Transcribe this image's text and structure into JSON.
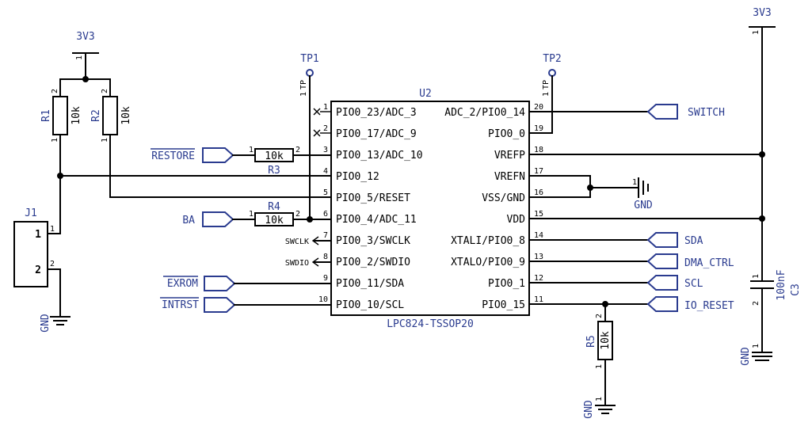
{
  "chip": {
    "ref": "U2",
    "part": "LPC824-TSSOP20",
    "left_pins": [
      {
        "num": "1",
        "name": "PIO0_23/ADC_3"
      },
      {
        "num": "2",
        "name": "PIO0_17/ADC_9"
      },
      {
        "num": "3",
        "name": "PIO0_13/ADC_10"
      },
      {
        "num": "4",
        "name": "PIO0_12"
      },
      {
        "num": "5",
        "name": "PIO0_5/RESET"
      },
      {
        "num": "6",
        "name": "PIO0_4/ADC_11"
      },
      {
        "num": "7",
        "name": "PIO0_3/SWCLK"
      },
      {
        "num": "8",
        "name": "PIO0_2/SWDIO"
      },
      {
        "num": "9",
        "name": "PIO0_11/SDA"
      },
      {
        "num": "10",
        "name": "PIO0_10/SCL"
      }
    ],
    "right_pins": [
      {
        "num": "20",
        "name": "ADC_2/PIO0_14"
      },
      {
        "num": "19",
        "name": "PIO0_0"
      },
      {
        "num": "18",
        "name": "VREFP"
      },
      {
        "num": "17",
        "name": "VREFN"
      },
      {
        "num": "16",
        "name": "VSS/GND"
      },
      {
        "num": "15",
        "name": "VDD"
      },
      {
        "num": "14",
        "name": "XTALI/PIO0_8"
      },
      {
        "num": "13",
        "name": "XTALO/PIO0_9"
      },
      {
        "num": "12",
        "name": "PIO0_1"
      },
      {
        "num": "11",
        "name": "PIO0_15"
      }
    ]
  },
  "resistors": {
    "r1": {
      "ref": "R1",
      "value": "10k",
      "pin_top": "2",
      "pin_bottom": "1"
    },
    "r2": {
      "ref": "R2",
      "value": "10k",
      "pin_top": "2",
      "pin_bottom": "1"
    },
    "r3": {
      "ref": "R3",
      "value": "10k",
      "pin_left": "1",
      "pin_right": "2"
    },
    "r4": {
      "ref": "R4",
      "value": "10k",
      "pin_left": "1",
      "pin_right": "2"
    },
    "r5": {
      "ref": "R5",
      "value": "10k",
      "pin_top": "2",
      "pin_bottom": "1"
    }
  },
  "capacitor": {
    "ref": "C3",
    "value": "100nF",
    "pin_top": "1",
    "pin_bottom": "2"
  },
  "connector": {
    "ref": "J1",
    "pin1": "1",
    "pin2": "2",
    "pin1_num": "1",
    "pin2_num": "2"
  },
  "test_points": {
    "tp1": {
      "ref": "TP1",
      "label": "TP",
      "pin": "1"
    },
    "tp2": {
      "ref": "TP2",
      "label": "TP",
      "pin": "1"
    }
  },
  "power": {
    "vcc_left": "3V3",
    "vcc_right": "3V3",
    "vcc_pin": "1",
    "gnd_label": "GND",
    "gnd_pin": "1"
  },
  "net_labels": {
    "restore": "RESTORE",
    "ba": "BA",
    "exrom": "EXROM",
    "intrst": "INTRST",
    "switch": "SWITCH",
    "sda": "SDA",
    "dma_ctrl": "DMA_CTRL",
    "scl": "SCL",
    "io_reset": "IO_RESET",
    "swclk": "SWCLK",
    "swdio": "SWDIO"
  }
}
